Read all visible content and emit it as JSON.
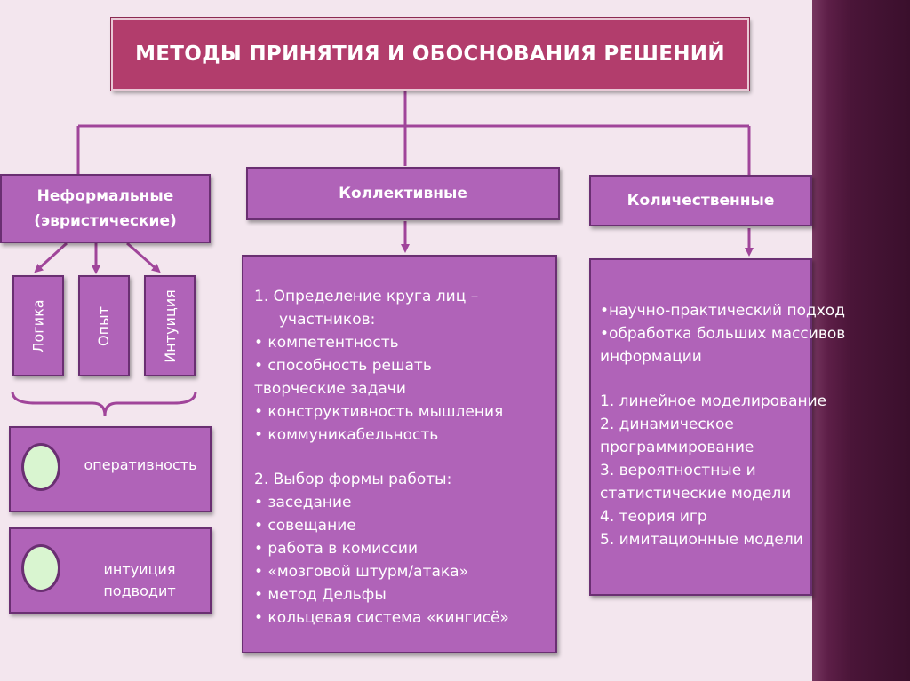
{
  "title": "МЕТОДЫ ПРИНЯТИЯ И ОБОСНОВАНИЯ РЕШЕНИЙ",
  "categories": {
    "informal": "Неформальные (эвристические)",
    "collective": "Коллективные",
    "quantitative": "Количественные"
  },
  "informal_methods": [
    "Логика",
    "Опыт",
    "Интуиция"
  ],
  "informal_features": [
    "оперативность",
    "интуиция подводит"
  ],
  "collective_items": [
    "1.  Определение круга лиц –",
    "участников:",
    "• компетентность",
    "• способность решать",
    "творческие    задачи",
    "• конструктивность мышления",
    "• коммуникабельность",
    "2.   Выбор формы работы:",
    "• заседание",
    "• совещание",
    "• работа в комиссии",
    "• «мозговой штурм/атака»",
    "• метод Дельфы",
    "• кольцевая система «кингисё»"
  ],
  "quantitative_items": [
    "•научно-практический подход",
    "•обработка больших массивов",
    "информации",
    "1.  линейное моделирование",
    "2.  динамическое",
    "программирование",
    "3.  вероятностные и",
    "статистические модели",
    "4.  теория игр",
    "5.  имитационные модели"
  ],
  "colors": {
    "background": "#f3e6ee",
    "title_fill": "#b23d6c",
    "box_fill": "#b063b8",
    "box_border": "#6a2f72",
    "connector": "#a0459a",
    "circle_fill": "#d9f5d0"
  }
}
